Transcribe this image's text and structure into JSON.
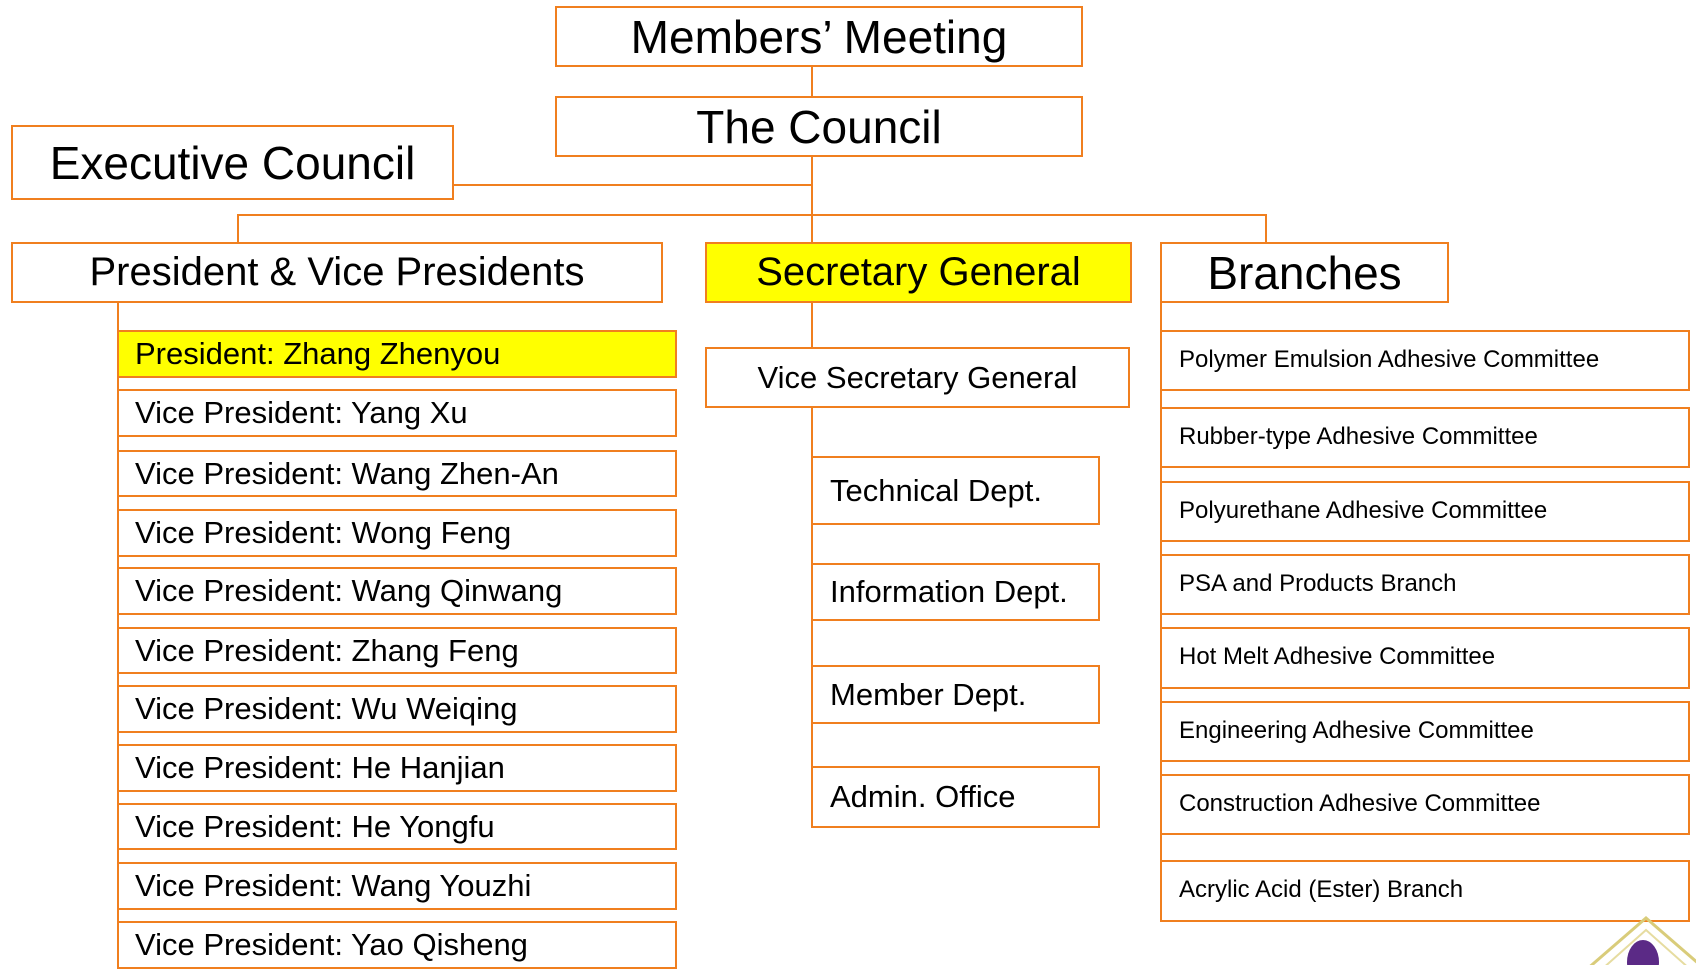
{
  "top": {
    "members_meeting": "Members’ Meeting",
    "council": "The Council",
    "executive_council": "Executive Council"
  },
  "columns": {
    "presidents": {
      "title": "President & Vice Presidents",
      "items": [
        "President: Zhang Zhenyou",
        "Vice President: Yang Xu",
        "Vice President: Wang Zhen-An",
        "Vice President: Wong Feng",
        "Vice President: Wang Qinwang",
        "Vice President: Zhang Feng",
        "Vice President: Wu Weiqing",
        "Vice President: He Hanjian",
        "Vice President: He Yongfu",
        "Vice President: Wang Youzhi",
        "Vice President: Yao Qisheng"
      ]
    },
    "secretariat": {
      "title": "Secretary General",
      "vice": "Vice Secretary General",
      "depts": [
        "Technical Dept.",
        "Information Dept.",
        "Member Dept.",
        "Admin. Office"
      ]
    },
    "branches": {
      "title": "Branches",
      "items": [
        "Polymer Emulsion Adhesive Committee",
        "Rubber-type Adhesive Committee",
        "Polyurethane Adhesive Committee",
        "PSA and Products Branch",
        "Hot Melt Adhesive Committee",
        "Engineering Adhesive Committee",
        "Construction Adhesive Committee",
        "Acrylic Acid (Ester) Branch"
      ]
    }
  },
  "colors": {
    "border": "#f07f1f",
    "highlight": "#ffff00",
    "logo": "#5b2a86"
  },
  "logo": {
    "icon": "organization-logo-icon"
  }
}
